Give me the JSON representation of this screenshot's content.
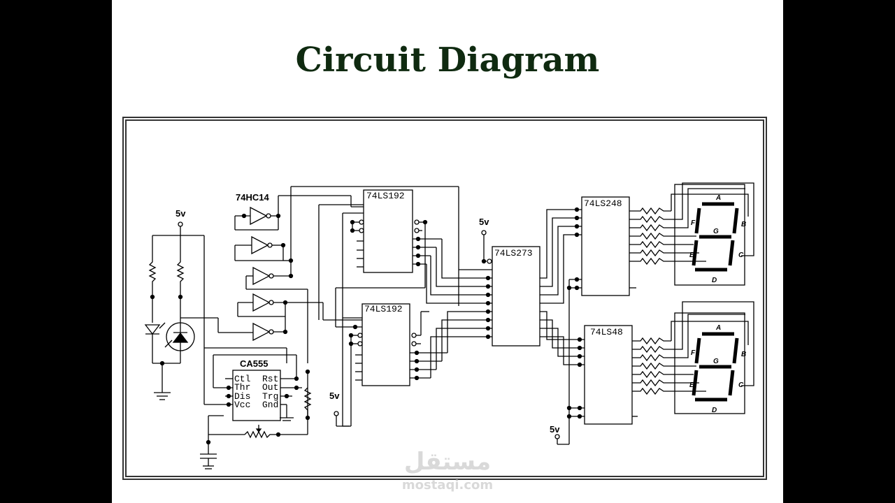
{
  "title": "Circuit Diagram",
  "chips": {
    "inverter": "74HC14",
    "counter1": "74LS192",
    "counter2": "74LS192",
    "latch": "74LS273",
    "decoder1": "74LS248",
    "decoder2": "74LS48",
    "timer": "CA555"
  },
  "timer_pins": {
    "ctl": "Ctl",
    "thr": "Thr",
    "dis": "Dis",
    "vcc": "Vcc",
    "rst": "Rst",
    "out": "Out",
    "trg": "Trg",
    "gnd": "Gnd"
  },
  "supply_label": "5v",
  "segment_labels": {
    "a": "A",
    "b": "B",
    "c": "C",
    "d": "D",
    "e": "E",
    "f": "F",
    "g": "G"
  },
  "watermark": {
    "arabic": "مستقل",
    "latin": "mostaqi.com"
  },
  "colors": {
    "title": "#0f2a10",
    "background": "#000000",
    "slide": "#ffffff"
  }
}
